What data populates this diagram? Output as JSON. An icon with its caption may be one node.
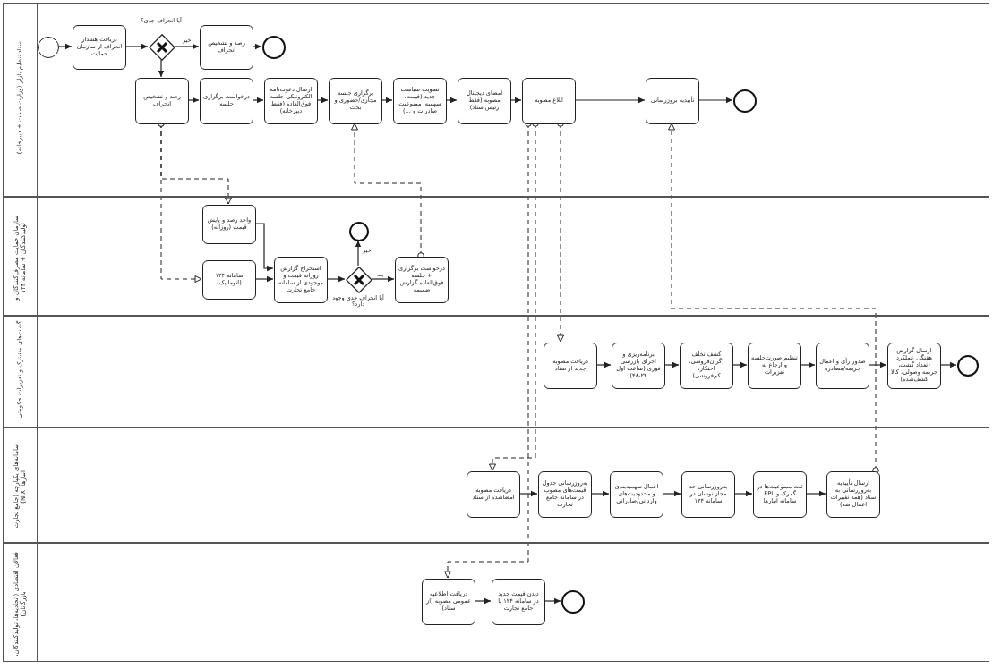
{
  "diagram": {
    "nodes": [
      {
        "text": [
          "ستاد تنظیم بازار (وزارت صمت + دبیرخانه)"
        ]
      },
      {
        "text": [
          "سازمان حمایت مصرف‌کنندگان و تولیدکنندگان + سامانه ۱۲۴"
        ]
      },
      {
        "text": [
          "گشت‌های مشترک و تعزیرات حکومتی"
        ]
      },
      {
        "text": [
          "سامانه‌های یکپارچه (جامع تجارت، انبارها، NIX)"
        ]
      },
      {
        "text": [
          "فعالان اقتصادی (اتحادیه‌ها، تولیدکنندگان، بازرگانان)"
        ]
      },
      {
        "text": [],
        "shape": "circle",
        "in": 0
      },
      {
        "text": [
          "دریافت هشدار انحراف از سازمان حمایت"
        ],
        "in": 0
      },
      {
        "text": [],
        "shape": "diamond",
        "in": 0,
        "beside": [
          "آیا انحراف جدی؟"
        ]
      },
      {
        "text": [
          "رصد و تشخیص انحراف"
        ],
        "in": 0
      },
      {
        "text": [],
        "shape": "circle",
        "in": 0
      },
      {
        "text": [
          "رصد و تشخیص انحراف"
        ],
        "in": 0
      },
      {
        "text": [
          "درخواست برگزاری جلسه"
        ],
        "in": 0
      },
      {
        "text": [
          "ارسال دعوت‌نامه الکترونیکی جلسه فوق‌العاده (فقط دبیرخانه)"
        ],
        "in": 0
      },
      {
        "text": [
          "برگزاری جلسه مجازی/حضوری و بحث"
        ],
        "in": 0
      },
      {
        "text": [
          "تصویب سیاست جدید (قیمت، سهمیه، ممنوعیت صادرات و ...)"
        ],
        "in": 0
      },
      {
        "text": [
          "امضای دیجیتال مصوبه (فقط رئیس ستاد)"
        ],
        "in": 0
      },
      {
        "text": [
          "ابلاغ مصوبه"
        ],
        "in": 0
      },
      {
        "text": [
          "تأییدیه بروزرسانی"
        ],
        "in": 0
      },
      {
        "text": [],
        "shape": "circle",
        "in": 0
      },
      {
        "text": [
          "واحد رصد و پایش قیمت (روزانه)"
        ],
        "in": 1
      },
      {
        "text": [
          "سامانه ۱۲۴ (اتوماتیک)"
        ],
        "in": 1
      },
      {
        "text": [
          "استخراج گزارش روزانه قیمت و موجودی از سامانه جامع تجارت"
        ],
        "in": 1
      },
      {
        "text": [],
        "shape": "diamond",
        "in": 1,
        "beside": [
          "آیا انحراف جدی وجود دارد؟"
        ]
      },
      {
        "text": [],
        "shape": "circle",
        "in": 1
      },
      {
        "text": [
          "درخواست برگزاری + جلسه فوق‌العاده گزارش ضمیمه"
        ],
        "in": 1
      },
      {
        "text": [
          "دریافت مصوبه جدید از ستاد"
        ],
        "in": 2
      },
      {
        "text": [
          "برنامه‌ریزی و اجرای بازرسی فوری (ساعت اول ۲۴-۴۸)"
        ],
        "in": 2
      },
      {
        "text": [
          "کشف تخلف (گران‌فروشی، احتکار، کم‌فروشی)"
        ],
        "in": 2
      },
      {
        "text": [
          "تنظیم صورت‌جلسه و ارجاع به تعزیرات"
        ],
        "in": 2
      },
      {
        "text": [
          "صدور رأی و اعمال جریمه/مصادره"
        ],
        "in": 2
      },
      {
        "text": [
          "ارسال گزارش هفتگی عملکرد (تعداد گشت، جریمه وصولی، کالا کشف‌شده)"
        ],
        "in": 2
      },
      {
        "text": [],
        "shape": "circle",
        "in": 2
      },
      {
        "text": [
          "دریافت مصوبه امضاشده از ستاد"
        ],
        "in": 3
      },
      {
        "text": [
          "به‌روزرسانی جدول قیمت‌های مصوب در سامانه جامع تجارت"
        ],
        "in": 3
      },
      {
        "text": [
          "اعمال سهمیه‌بندی و محدودیت‌های وارداتی/صادراتی"
        ],
        "in": 3
      },
      {
        "text": [
          "به‌روزرسانی حد مجاز نوسان در سامانه ۱۲۴"
        ],
        "in": 3
      },
      {
        "text": [
          "ثبت ممنوعیت‌ها در گمرک و EPL سامانه انبارها"
        ],
        "in": 3
      },
      {
        "text": [
          "ارسال تأییدیه به‌روزرسانی به ستاد (همه تغییرات اعمال شد)"
        ],
        "in": 3
      },
      {
        "text": [
          "دریافت اطلاعیه عمومی مصوبه (از ستاد)"
        ],
        "in": 4
      },
      {
        "text": [
          "دیدن قیمت جدید در سامانه ۱۲۴ یا جامع تجارت"
        ],
        "in": 4
      },
      {
        "text": [],
        "shape": "circle",
        "in": 4
      }
    ],
    "edges": [
      {
        "from": 5,
        "to": 6,
        "arrow": "to"
      },
      {
        "from": 6,
        "to": 7,
        "arrow": "to"
      },
      {
        "from": 7,
        "to": 8,
        "arrow": "to",
        "label": "خیر"
      },
      {
        "from": 8,
        "to": 9,
        "arrow": "to"
      },
      {
        "from": 7,
        "to": 10,
        "arrow": "to"
      },
      {
        "from": 10,
        "to": 11,
        "arrow": "to"
      },
      {
        "from": 11,
        "to": 12,
        "arrow": "to"
      },
      {
        "from": 12,
        "to": 13,
        "arrow": "to"
      },
      {
        "from": 13,
        "to": 14,
        "arrow": "to"
      },
      {
        "from": 14,
        "to": 15,
        "arrow": "to"
      },
      {
        "from": 15,
        "to": 16,
        "arrow": "to"
      },
      {
        "from": 16,
        "to": 17,
        "arrow": "to"
      },
      {
        "from": 17,
        "to": 18,
        "arrow": "to"
      },
      {
        "from": 19,
        "to": 21,
        "arrow": "to"
      },
      {
        "from": 20,
        "to": 21,
        "arrow": "to"
      },
      {
        "from": 21,
        "to": 22,
        "arrow": "to"
      },
      {
        "from": 22,
        "to": 23,
        "arrow": "to",
        "label": "خیر"
      },
      {
        "from": 22,
        "to": 24,
        "arrow": "to",
        "label": "بله"
      },
      {
        "from": 25,
        "to": 26,
        "arrow": "to"
      },
      {
        "from": 26,
        "to": 27,
        "arrow": "to"
      },
      {
        "from": 27,
        "to": 28,
        "arrow": "to"
      },
      {
        "from": 28,
        "to": 29,
        "arrow": "to"
      },
      {
        "from": 29,
        "to": 30,
        "arrow": "to"
      },
      {
        "from": 30,
        "to": 31,
        "arrow": "to"
      },
      {
        "from": 32,
        "to": 33,
        "arrow": "to"
      },
      {
        "from": 33,
        "to": 34,
        "arrow": "to"
      },
      {
        "from": 34,
        "to": 35,
        "arrow": "to"
      },
      {
        "from": 35,
        "to": 36,
        "arrow": "to"
      },
      {
        "from": 36,
        "to": 37,
        "arrow": "to"
      },
      {
        "from": 38,
        "to": 39,
        "arrow": "to"
      },
      {
        "from": 39,
        "to": 40,
        "arrow": "to"
      },
      {
        "from": 10,
        "to": 19,
        "arrow": "to",
        "style": "dashed"
      },
      {
        "from": 10,
        "to": 20,
        "arrow": "to",
        "style": "dashed"
      },
      {
        "from": 24,
        "to": 13,
        "arrow": "to",
        "style": "dashed"
      },
      {
        "from": 16,
        "to": 25,
        "arrow": "to",
        "style": "dashed"
      },
      {
        "from": 16,
        "to": 32,
        "arrow": "to",
        "style": "dashed"
      },
      {
        "from": 16,
        "to": 38,
        "arrow": "to",
        "style": "dashed"
      },
      {
        "from": 37,
        "to": 17,
        "arrow": "to",
        "style": "dashed"
      }
    ]
  }
}
